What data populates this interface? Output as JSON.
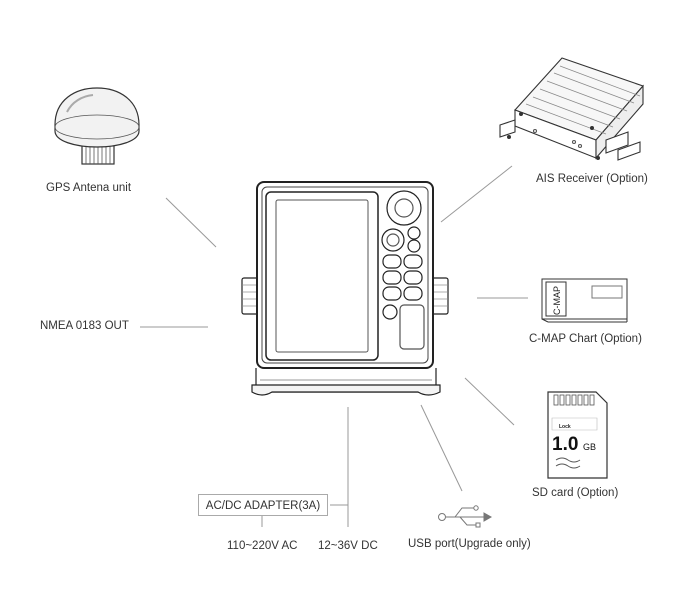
{
  "labels": {
    "gps": "GPS Antena unit",
    "ais": "AIS Receiver (Option)",
    "nmea": "NMEA 0183 OUT",
    "cmap": "C-MAP Chart (Option)",
    "sd": "SD card (Option)",
    "adapter": "AC/DC ADAPTER(3A)",
    "ac": "110~220V AC",
    "dc": "12~36V DC",
    "usb": "USB port(Upgrade only)"
  },
  "device_text": {
    "cmap_logo": "C-MAP",
    "sd_brand": "Lock",
    "sd_capacity": "1.0",
    "sd_unit": "GB"
  }
}
